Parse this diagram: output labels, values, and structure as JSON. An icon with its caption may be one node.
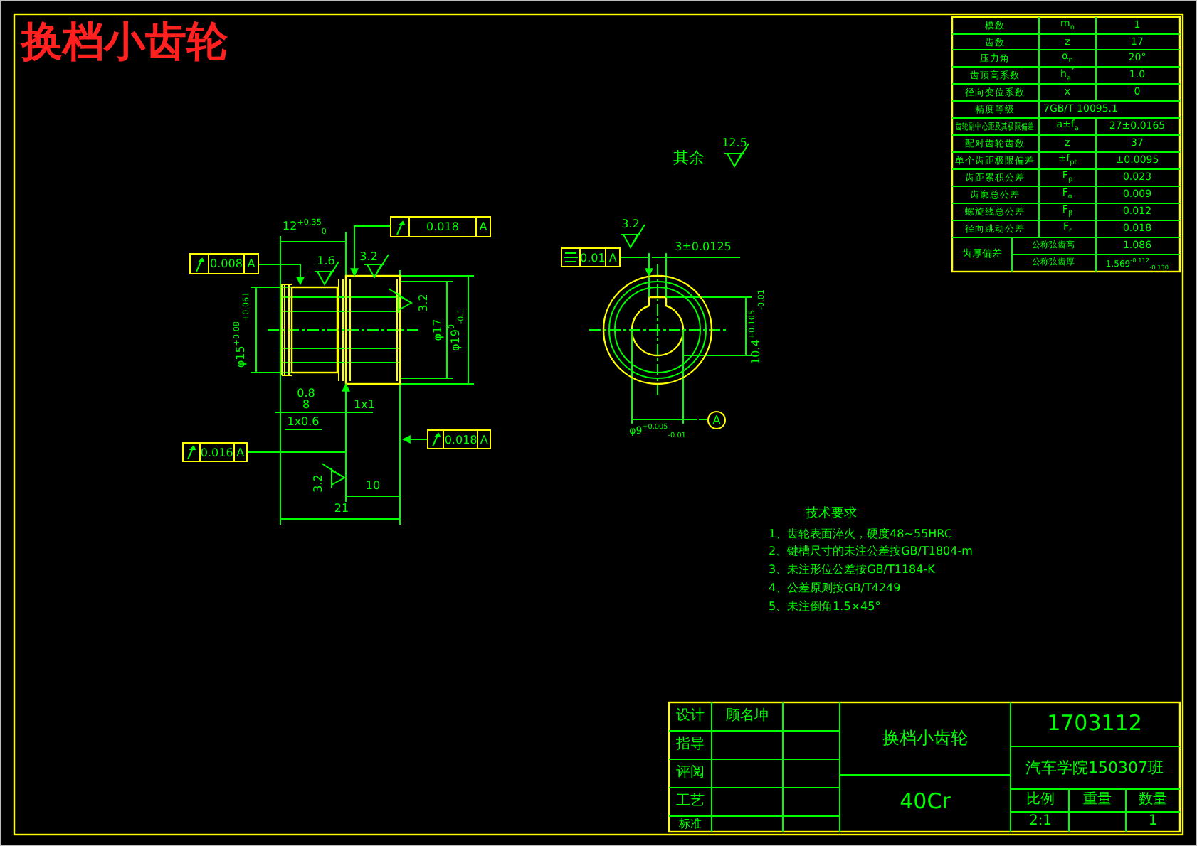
{
  "diagram": {
    "title": "换档小齿轮",
    "nodes": [
      {
        "text": [
          "0.008",
          "A"
        ]
      },
      {
        "text": [
          "0.018",
          "A"
        ]
      },
      {
        "text": [
          "0.016",
          "A"
        ]
      },
      {
        "text": [
          "0.018",
          "A"
        ]
      },
      {
        "text": [
          "0.01",
          "A"
        ]
      },
      {
        "text": [
          "A"
        ]
      },
      {
        "text": [],
        "shape": "box"
      },
      {
        "text": [],
        "shape": "box"
      },
      {
        "text": [],
        "shape": "circle"
      }
    ],
    "edges": [
      {
        "from": 0,
        "to": 6,
        "arrow": "to"
      },
      {
        "from": 1,
        "to": 7,
        "arrow": "to"
      },
      {
        "from": 2,
        "to": 7,
        "arrow": "to"
      },
      {
        "from": 3,
        "to": null,
        "arrow": "to"
      },
      {
        "from": 4,
        "to": 8,
        "arrow": "to"
      },
      {
        "from": 5,
        "to": null,
        "arrow": "none"
      }
    ],
    "labels": [
      "其余",
      "12.5",
      "12$^{+0.35}$$_{0}$",
      "1.6",
      "3.2",
      "3.2",
      "3±0.0125",
      "φ15$^{+0.08}$$_{+0.061}$",
      "3.2",
      "φ17",
      "φ19$^{0}$$_{-0.1}$",
      "10.4$^{+0.105}$$_{-0.01}$",
      "0.8",
      "8",
      "1x1",
      "1x0.6",
      "φ9$^{+0.005}$$_{-0.01}$",
      "3.2",
      "10",
      "21",
      "技术要求",
      "1、齿轮表面淬火，硬度48~55HRC",
      "2、键槽尺寸的未注公差按GB/T1804-m",
      "3、未注形位公差按GB/T1184-K",
      "4、公差原则按GB/T4249",
      "5、未注倒角1.5×45°",
      "模数",
      "m$_{n}$",
      "1",
      "齿数",
      "z",
      "17",
      "压力角",
      "α$_{n}$",
      "20°",
      "齿顶高系数",
      "h$_{a}$$^{*}$",
      "1.0",
      "径向变位系数",
      "x",
      "0",
      "精度等级",
      "7GB/T 10095.1",
      "齿轮副中心距及其极限偏差",
      "a±f$_{a}$",
      "27±0.0165",
      "配对齿轮齿数",
      "z",
      "37",
      "单个齿距极限偏差",
      "±f$_{pt}$",
      "±0.0095",
      "齿距累积公差",
      "F$_{p}$",
      "0.023",
      "齿廓总公差",
      "F$_{α}$",
      "0.009",
      "螺旋线总公差",
      "F$_{β}$",
      "0.012",
      "径向跳动公差",
      "F$_{r}$",
      "0.018",
      "齿厚偏差",
      "公称弦齿高",
      "1.086",
      "公称弦齿厚",
      "1.569$^{-0.112}$$_{-0.130}$",
      "设计",
      "顾名坤",
      "换档小齿轮",
      "1703112",
      "指导",
      "评阅",
      "汽车学院150307班",
      "工艺",
      "40Cr",
      "比例",
      "重量",
      "数量",
      "标准",
      "2:1",
      "1"
    ]
  }
}
